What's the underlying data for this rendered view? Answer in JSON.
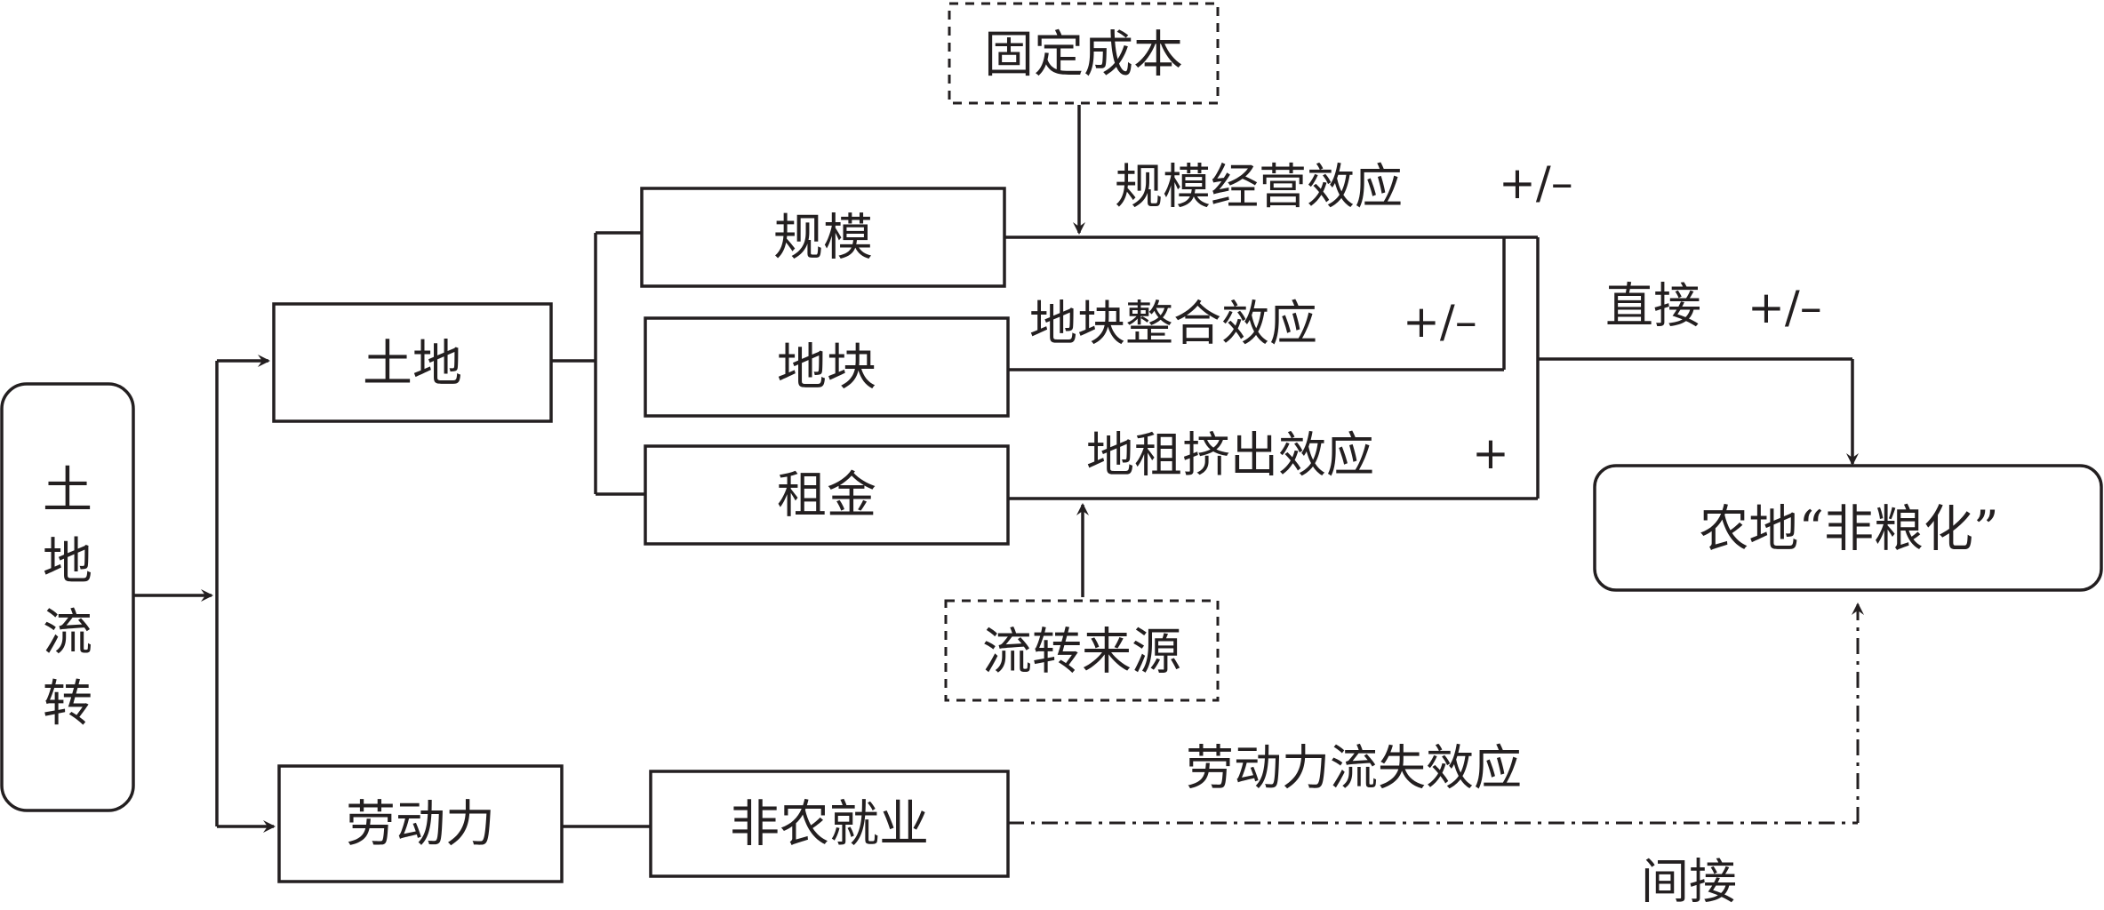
{
  "nodes": {
    "land_transfer": "土地流转",
    "land": "土地",
    "labor": "劳动力",
    "scale": "规模",
    "plot": "地块",
    "rent": "租金",
    "nonfarm": "非农就业",
    "fixed_cost": "固定成本",
    "transfer_source": "流转来源",
    "outcome": "农地“非粮化”"
  },
  "labels": {
    "scale_effect": "规模经营效应",
    "scale_effect_sign": "+/–",
    "plot_effect": "地块整合效应",
    "plot_effect_sign": "+/–",
    "rent_effect": "地租挤出效应",
    "rent_effect_sign": "+",
    "direct": "直接",
    "direct_sign": "+/–",
    "labor_effect": "劳动力流失效应",
    "indirect": "间接"
  }
}
